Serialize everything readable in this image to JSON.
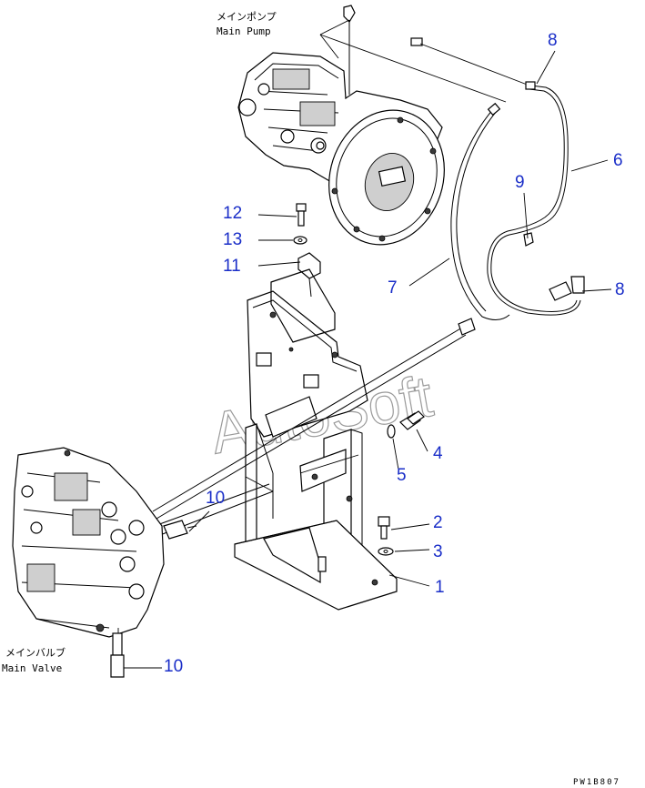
{
  "labels": {
    "main_pump_jp": "メインポンプ",
    "main_pump_en": "Main Pump",
    "main_valve_jp": "メインバルブ",
    "main_valve_en": "Main Valve"
  },
  "watermark": "AutoSoft",
  "drawing_code": "PW1B807",
  "callouts": [
    {
      "id": "8a",
      "text": "8"
    },
    {
      "id": "6",
      "text": "6"
    },
    {
      "id": "9",
      "text": "9"
    },
    {
      "id": "12",
      "text": "12"
    },
    {
      "id": "13",
      "text": "13"
    },
    {
      "id": "11",
      "text": "11"
    },
    {
      "id": "7",
      "text": "7"
    },
    {
      "id": "8b",
      "text": "8"
    },
    {
      "id": "4",
      "text": "4"
    },
    {
      "id": "5",
      "text": "5"
    },
    {
      "id": "10a",
      "text": "10"
    },
    {
      "id": "2",
      "text": "2"
    },
    {
      "id": "3",
      "text": "3"
    },
    {
      "id": "1",
      "text": "1"
    },
    {
      "id": "10b",
      "text": "10"
    }
  ],
  "colors": {
    "callout": "#1a2ec8",
    "line": "#000000",
    "watermark": "#9a9a9a"
  }
}
